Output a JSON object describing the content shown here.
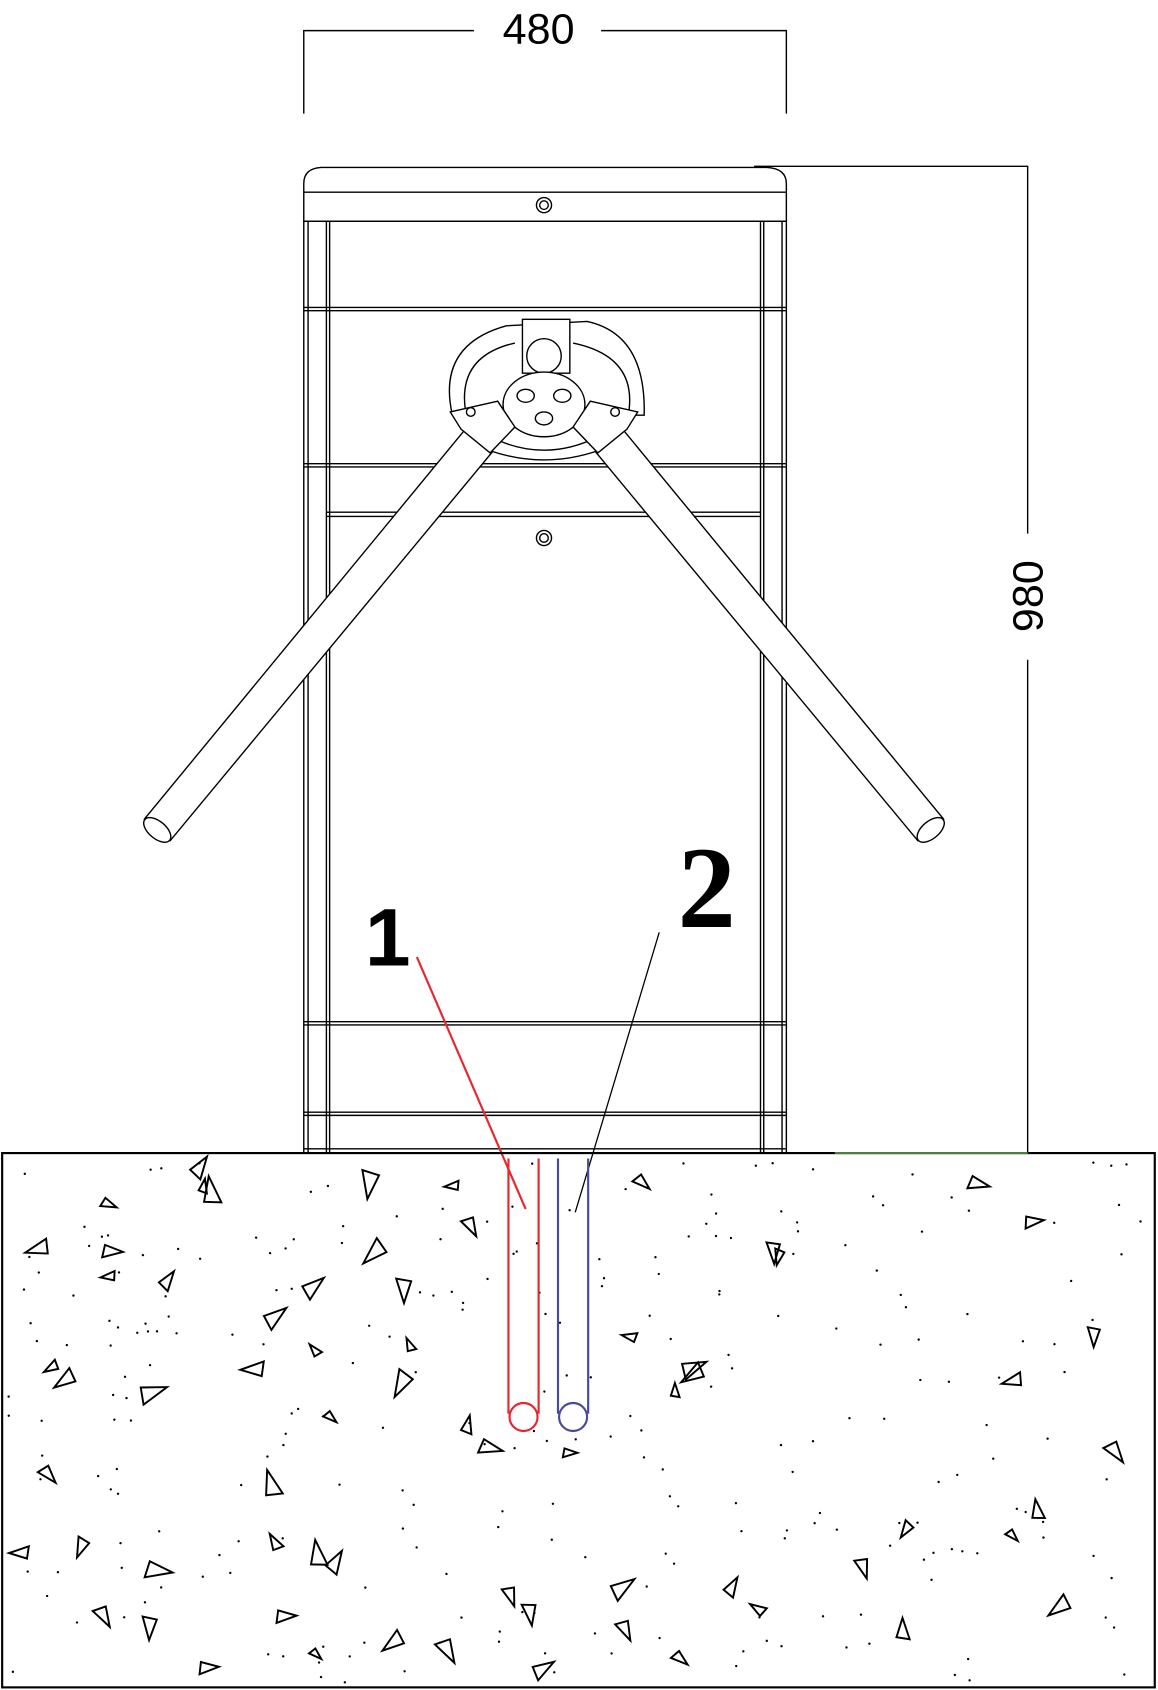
{
  "dimensions": {
    "width_label": "480",
    "height_label": "980"
  },
  "callouts": [
    {
      "label": "1",
      "color": "#e8262d"
    },
    {
      "label": "2",
      "color": "#4a4a9c"
    }
  ],
  "colors": {
    "line": "#000000",
    "ground_marker": "#4f7f3f",
    "background": "#ffffff"
  }
}
